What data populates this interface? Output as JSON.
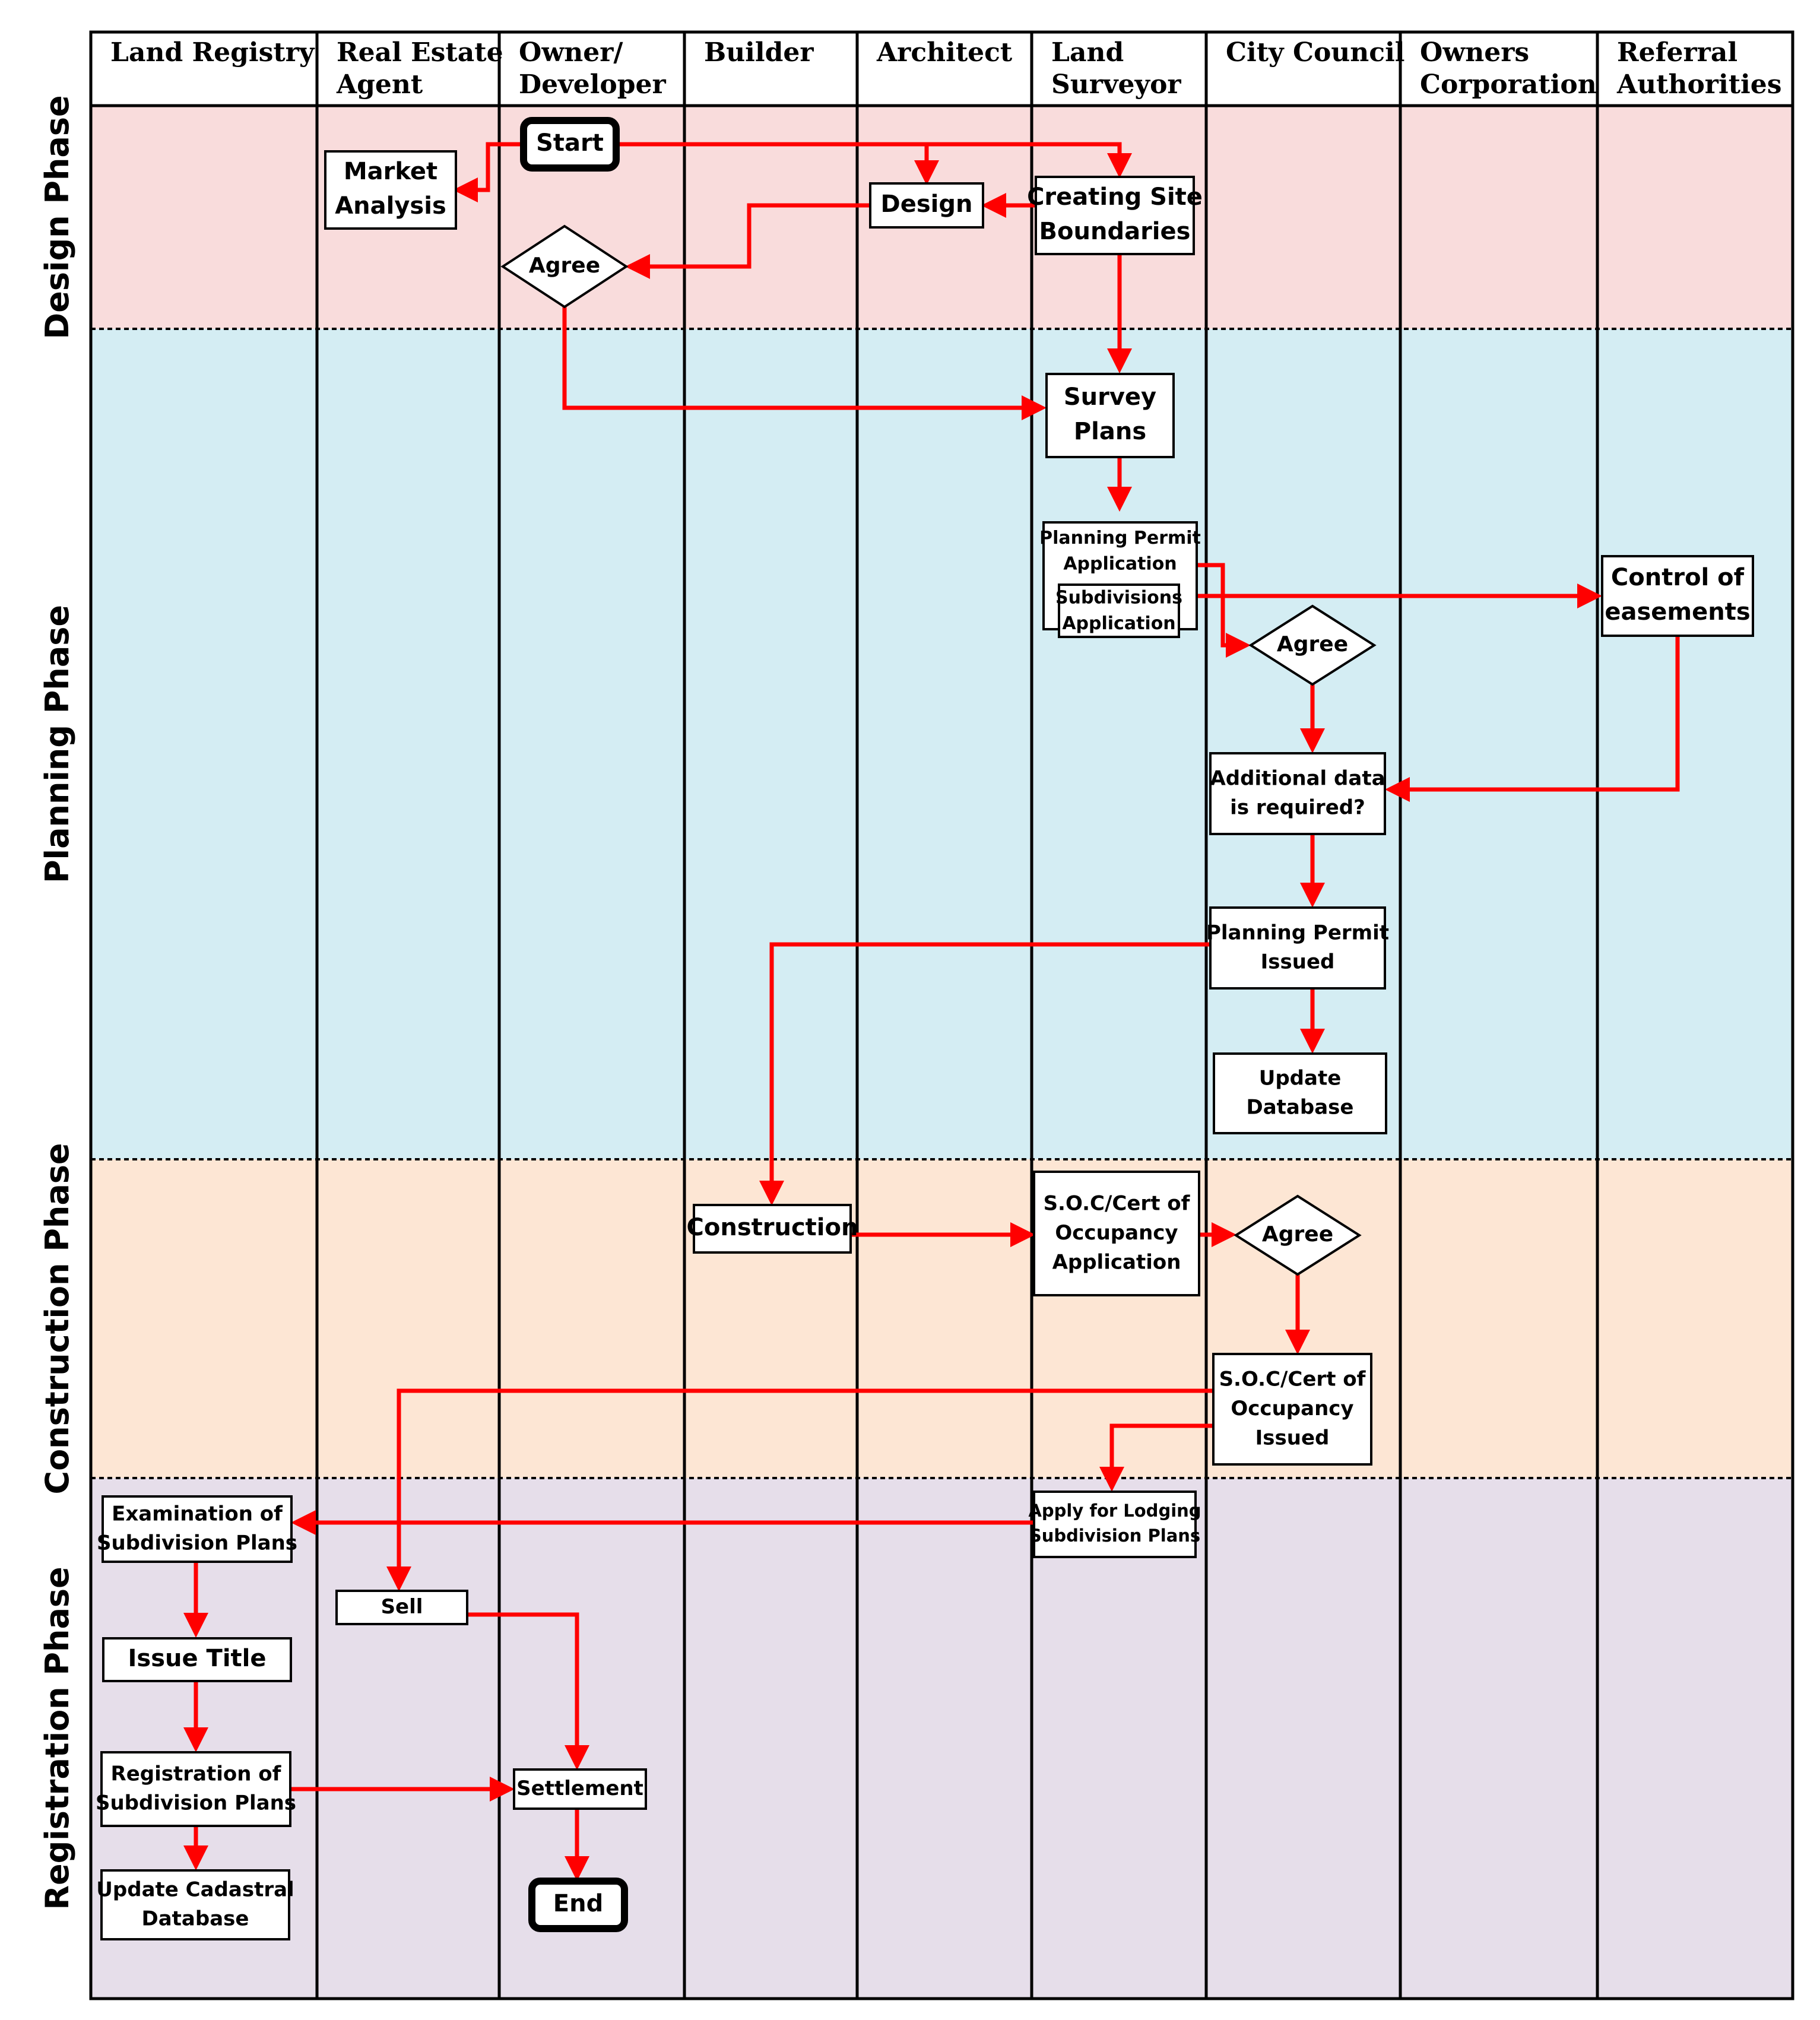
{
  "lanes": [
    {
      "id": "land-registry",
      "line1": "Land Registry",
      "line2": ""
    },
    {
      "id": "real-estate-agent",
      "line1": "Real Estate",
      "line2": "Agent"
    },
    {
      "id": "owner-developer",
      "line1": "Owner/",
      "line2": "Developer"
    },
    {
      "id": "builder",
      "line1": "Builder",
      "line2": ""
    },
    {
      "id": "architect",
      "line1": "Architect",
      "line2": ""
    },
    {
      "id": "land-surveyor",
      "line1": "Land",
      "line2": "Surveyor"
    },
    {
      "id": "city-council",
      "line1": "City Council",
      "line2": ""
    },
    {
      "id": "owners-corporation",
      "line1": "Owners",
      "line2": "Corporation"
    },
    {
      "id": "referral-authorities",
      "line1": "Referral",
      "line2": "Authorities"
    }
  ],
  "phases": [
    {
      "id": "design",
      "label": "Design Phase",
      "color": "#f9dcdc"
    },
    {
      "id": "planning",
      "label": "Planning Phase",
      "color": "#d4edf3"
    },
    {
      "id": "construction",
      "label": "Construction Phase",
      "color": "#fde6d4"
    },
    {
      "id": "registration",
      "label": "Registration Phase",
      "color": "#e6deea"
    }
  ],
  "nodes": {
    "start": {
      "type": "terminal",
      "lines": [
        "Start"
      ]
    },
    "market_analysis": {
      "type": "process",
      "lines": [
        "Market",
        "Analysis"
      ]
    },
    "design": {
      "type": "process",
      "lines": [
        "Design"
      ]
    },
    "creating_site_boundaries": {
      "type": "process",
      "lines": [
        "Creating Site",
        "Boundaries"
      ]
    },
    "agree_design": {
      "type": "decision",
      "lines": [
        "Agree"
      ]
    },
    "survey_plans": {
      "type": "process",
      "lines": [
        "Survey",
        "Plans"
      ]
    },
    "planning_permit_application": {
      "type": "process",
      "lines": [
        "Planning Permit",
        "Application"
      ]
    },
    "subdivisions_application": {
      "type": "process",
      "lines": [
        "Subdivisions",
        "Application"
      ]
    },
    "control_of_easements": {
      "type": "process",
      "lines": [
        "Control of",
        "easements"
      ]
    },
    "agree_planning": {
      "type": "decision",
      "lines": [
        "Agree"
      ]
    },
    "additional_data": {
      "type": "process",
      "lines": [
        "Additional data",
        "is required?"
      ]
    },
    "planning_permit_issued": {
      "type": "process",
      "lines": [
        "Planning Permit",
        "Issued"
      ]
    },
    "update_database": {
      "type": "process",
      "lines": [
        "Update",
        "Database"
      ]
    },
    "construction": {
      "type": "process",
      "lines": [
        "Construction"
      ]
    },
    "soc_application": {
      "type": "process",
      "lines": [
        "S.O.C/Cert of",
        "Occupancy",
        "Application"
      ]
    },
    "agree_construction": {
      "type": "decision",
      "lines": [
        "Agree"
      ]
    },
    "soc_issued": {
      "type": "process",
      "lines": [
        "S.O.C/Cert of",
        "Occupancy",
        "Issued"
      ]
    },
    "apply_lodging": {
      "type": "process",
      "lines": [
        "Apply for Lodging",
        "Subdivision Plans"
      ]
    },
    "examination": {
      "type": "process",
      "lines": [
        "Examination of",
        "Subdivision Plans"
      ]
    },
    "sell": {
      "type": "process",
      "lines": [
        "Sell"
      ]
    },
    "issue_title": {
      "type": "process",
      "lines": [
        "Issue Title"
      ]
    },
    "registration_plans": {
      "type": "process",
      "lines": [
        "Registration of",
        "Subdivision Plans"
      ]
    },
    "settlement": {
      "type": "process",
      "lines": [
        "Settlement"
      ]
    },
    "update_cadastral": {
      "type": "process",
      "lines": [
        "Update Cadastral",
        "Database"
      ]
    },
    "end": {
      "type": "terminal",
      "lines": [
        "End"
      ]
    }
  },
  "connections": [
    {
      "from": "start",
      "to": "market_analysis"
    },
    {
      "from": "start",
      "to": "design"
    },
    {
      "from": "start",
      "to": "creating_site_boundaries"
    },
    {
      "from": "creating_site_boundaries",
      "to": "design"
    },
    {
      "from": "design",
      "to": "agree_design"
    },
    {
      "from": "creating_site_boundaries",
      "to": "survey_plans"
    },
    {
      "from": "agree_design",
      "to": "survey_plans"
    },
    {
      "from": "survey_plans",
      "to": "planning_permit_application"
    },
    {
      "from": "planning_permit_application",
      "to": "agree_planning"
    },
    {
      "from": "subdivisions_application",
      "to": "control_of_easements"
    },
    {
      "from": "agree_planning",
      "to": "additional_data"
    },
    {
      "from": "control_of_easements",
      "to": "additional_data"
    },
    {
      "from": "additional_data",
      "to": "planning_permit_issued"
    },
    {
      "from": "planning_permit_issued",
      "to": "update_database"
    },
    {
      "from": "planning_permit_issued",
      "to": "construction"
    },
    {
      "from": "construction",
      "to": "soc_application"
    },
    {
      "from": "soc_application",
      "to": "agree_construction"
    },
    {
      "from": "agree_construction",
      "to": "soc_issued"
    },
    {
      "from": "soc_issued",
      "to": "sell"
    },
    {
      "from": "soc_issued",
      "to": "apply_lodging"
    },
    {
      "from": "apply_lodging",
      "to": "examination"
    },
    {
      "from": "examination",
      "to": "issue_title"
    },
    {
      "from": "issue_title",
      "to": "registration_plans"
    },
    {
      "from": "registration_plans",
      "to": "update_cadastral"
    },
    {
      "from": "registration_plans",
      "to": "settlement"
    },
    {
      "from": "sell",
      "to": "settlement"
    },
    {
      "from": "settlement",
      "to": "end"
    }
  ],
  "colors": {
    "arrow": "#ff0000",
    "border": "#000000",
    "background": "#ffffff"
  }
}
